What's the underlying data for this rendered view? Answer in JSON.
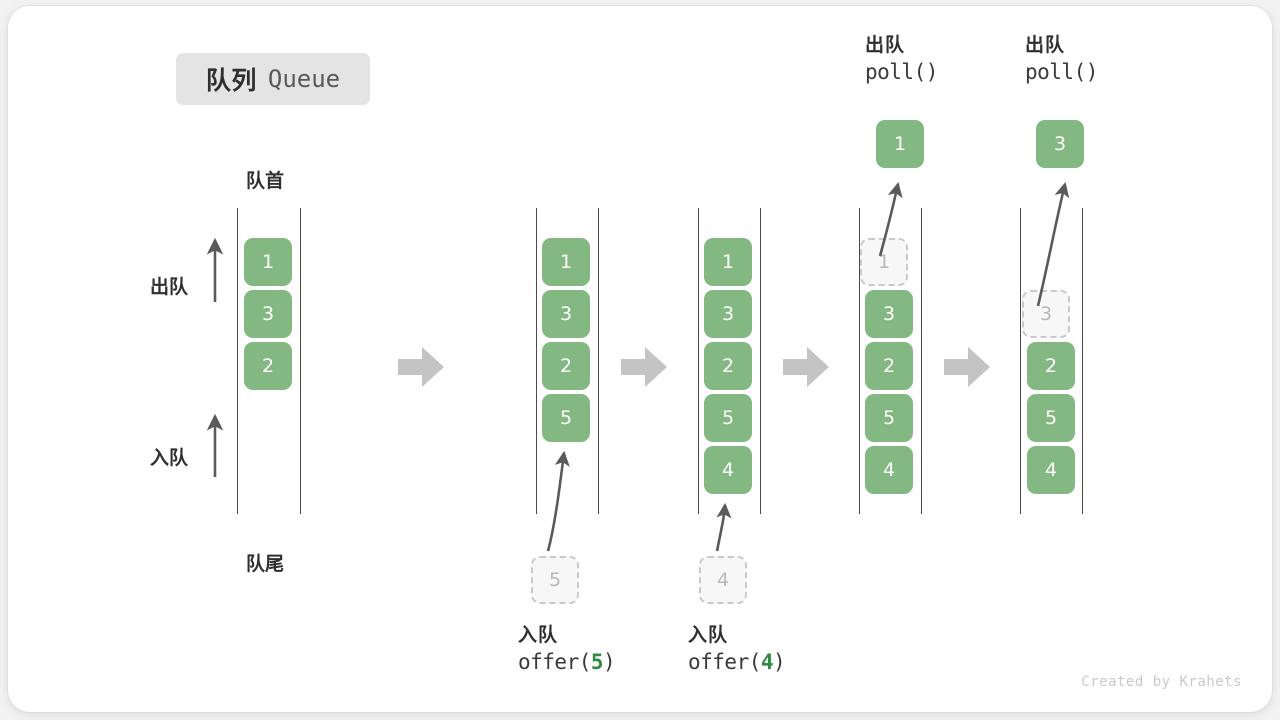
{
  "title": {
    "cn": "队列",
    "en": "Queue"
  },
  "labels": {
    "head": "队首",
    "tail": "队尾",
    "dequeue": "出队",
    "enqueue": "入队"
  },
  "watermark": "Created by Krahets",
  "accent": {
    "green": "#84b882",
    "green_text": "#2e8b41",
    "gray": "#c4c4c4",
    "rail": "#4a4a4a"
  },
  "operations": [
    {
      "name": "offer-5",
      "line1": "入队",
      "call_prefix": "offer(",
      "call_value": "5",
      "call_suffix": ")"
    },
    {
      "name": "offer-4",
      "line1": "入队",
      "call_prefix": "offer(",
      "call_value": "4",
      "call_suffix": ")"
    },
    {
      "name": "poll-1",
      "line1": "出队",
      "call_prefix": "poll(",
      "call_value": "",
      "call_suffix": ")"
    },
    {
      "name": "poll-2",
      "line1": "出队",
      "call_prefix": "poll(",
      "call_value": "",
      "call_suffix": ")"
    }
  ],
  "columns": [
    {
      "name": "state-initial",
      "cells": [
        {
          "value": "1",
          "state": "filled"
        },
        {
          "value": "3",
          "state": "filled"
        },
        {
          "value": "2",
          "state": "filled"
        }
      ]
    },
    {
      "name": "state-after-offer-5",
      "cells": [
        {
          "value": "1",
          "state": "filled"
        },
        {
          "value": "3",
          "state": "filled"
        },
        {
          "value": "2",
          "state": "filled"
        },
        {
          "value": "5",
          "state": "filled"
        }
      ],
      "incoming": {
        "value": "5",
        "state": "ghost"
      }
    },
    {
      "name": "state-after-offer-4",
      "cells": [
        {
          "value": "1",
          "state": "filled"
        },
        {
          "value": "3",
          "state": "filled"
        },
        {
          "value": "2",
          "state": "filled"
        },
        {
          "value": "5",
          "state": "filled"
        },
        {
          "value": "4",
          "state": "filled"
        }
      ],
      "incoming": {
        "value": "4",
        "state": "ghost"
      }
    },
    {
      "name": "state-after-poll-1",
      "cells": [
        {
          "value": "1",
          "state": "ghost"
        },
        {
          "value": "3",
          "state": "filled"
        },
        {
          "value": "2",
          "state": "filled"
        },
        {
          "value": "5",
          "state": "filled"
        },
        {
          "value": "4",
          "state": "filled"
        }
      ],
      "outgoing": {
        "value": "1",
        "state": "filled"
      }
    },
    {
      "name": "state-after-poll-2",
      "cells": [
        {
          "value": "",
          "state": "empty"
        },
        {
          "value": "3",
          "state": "ghost"
        },
        {
          "value": "2",
          "state": "filled"
        },
        {
          "value": "5",
          "state": "filled"
        },
        {
          "value": "4",
          "state": "filled"
        }
      ],
      "outgoing": {
        "value": "3",
        "state": "filled"
      }
    }
  ]
}
